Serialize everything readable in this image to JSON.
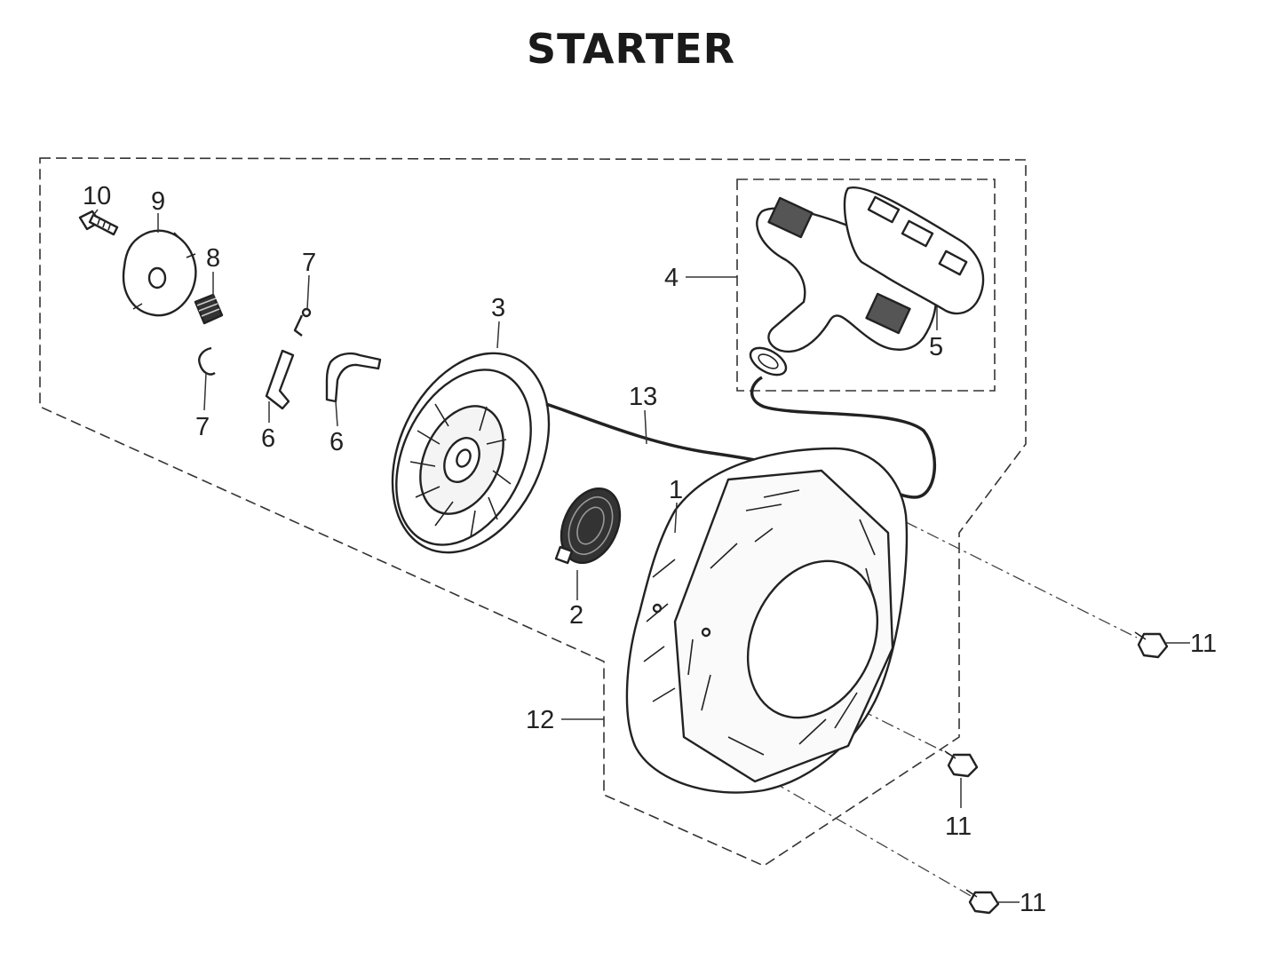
{
  "title": "STARTER",
  "callouts": {
    "c1": "1",
    "c2": "2",
    "c3": "3",
    "c4": "4",
    "c5": "5",
    "c6a": "6",
    "c6b": "6",
    "c7a": "7",
    "c7b": "7",
    "c8": "8",
    "c9": "9",
    "c10": "10",
    "c11a": "11",
    "c11b": "11",
    "c11c": "11",
    "c12": "12",
    "c13": "13"
  }
}
